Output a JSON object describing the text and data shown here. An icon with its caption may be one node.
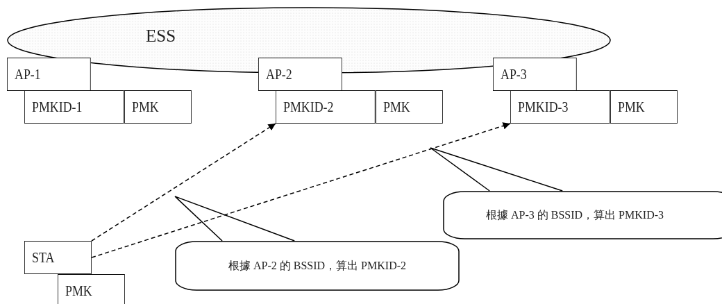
{
  "diagram": {
    "nodes": [
      {
        "text": [
          "ESS"
        ]
      },
      {
        "text": [
          "AP-1"
        ]
      },
      {
        "text": [
          "PMKID-1"
        ]
      },
      {
        "text": [
          "PMK"
        ]
      },
      {
        "text": [
          "AP-2"
        ]
      },
      {
        "text": [
          "PMKID-2"
        ]
      },
      {
        "text": [
          "PMK"
        ]
      },
      {
        "text": [
          "AP-3"
        ]
      },
      {
        "text": [
          "PMKID-3"
        ]
      },
      {
        "text": [
          "PMK"
        ]
      },
      {
        "text": [
          "STA"
        ]
      },
      {
        "text": [
          "PMK"
        ]
      },
      {
        "text": [
          "根據 AP-3 的 BSSID，算出 PMKID-3"
        ]
      },
      {
        "text": [
          "根據 AP-2 的 BSSID，算出 PMKID-2"
        ]
      }
    ],
    "edges": [
      {
        "from": 10,
        "to": 5,
        "arrow": "to",
        "style": "dashed"
      },
      {
        "from": 10,
        "to": 8,
        "arrow": "to",
        "style": "dashed"
      },
      {
        "from": 12,
        "to": null,
        "arrow": "none"
      },
      {
        "from": 13,
        "to": null,
        "arrow": "none"
      }
    ]
  }
}
